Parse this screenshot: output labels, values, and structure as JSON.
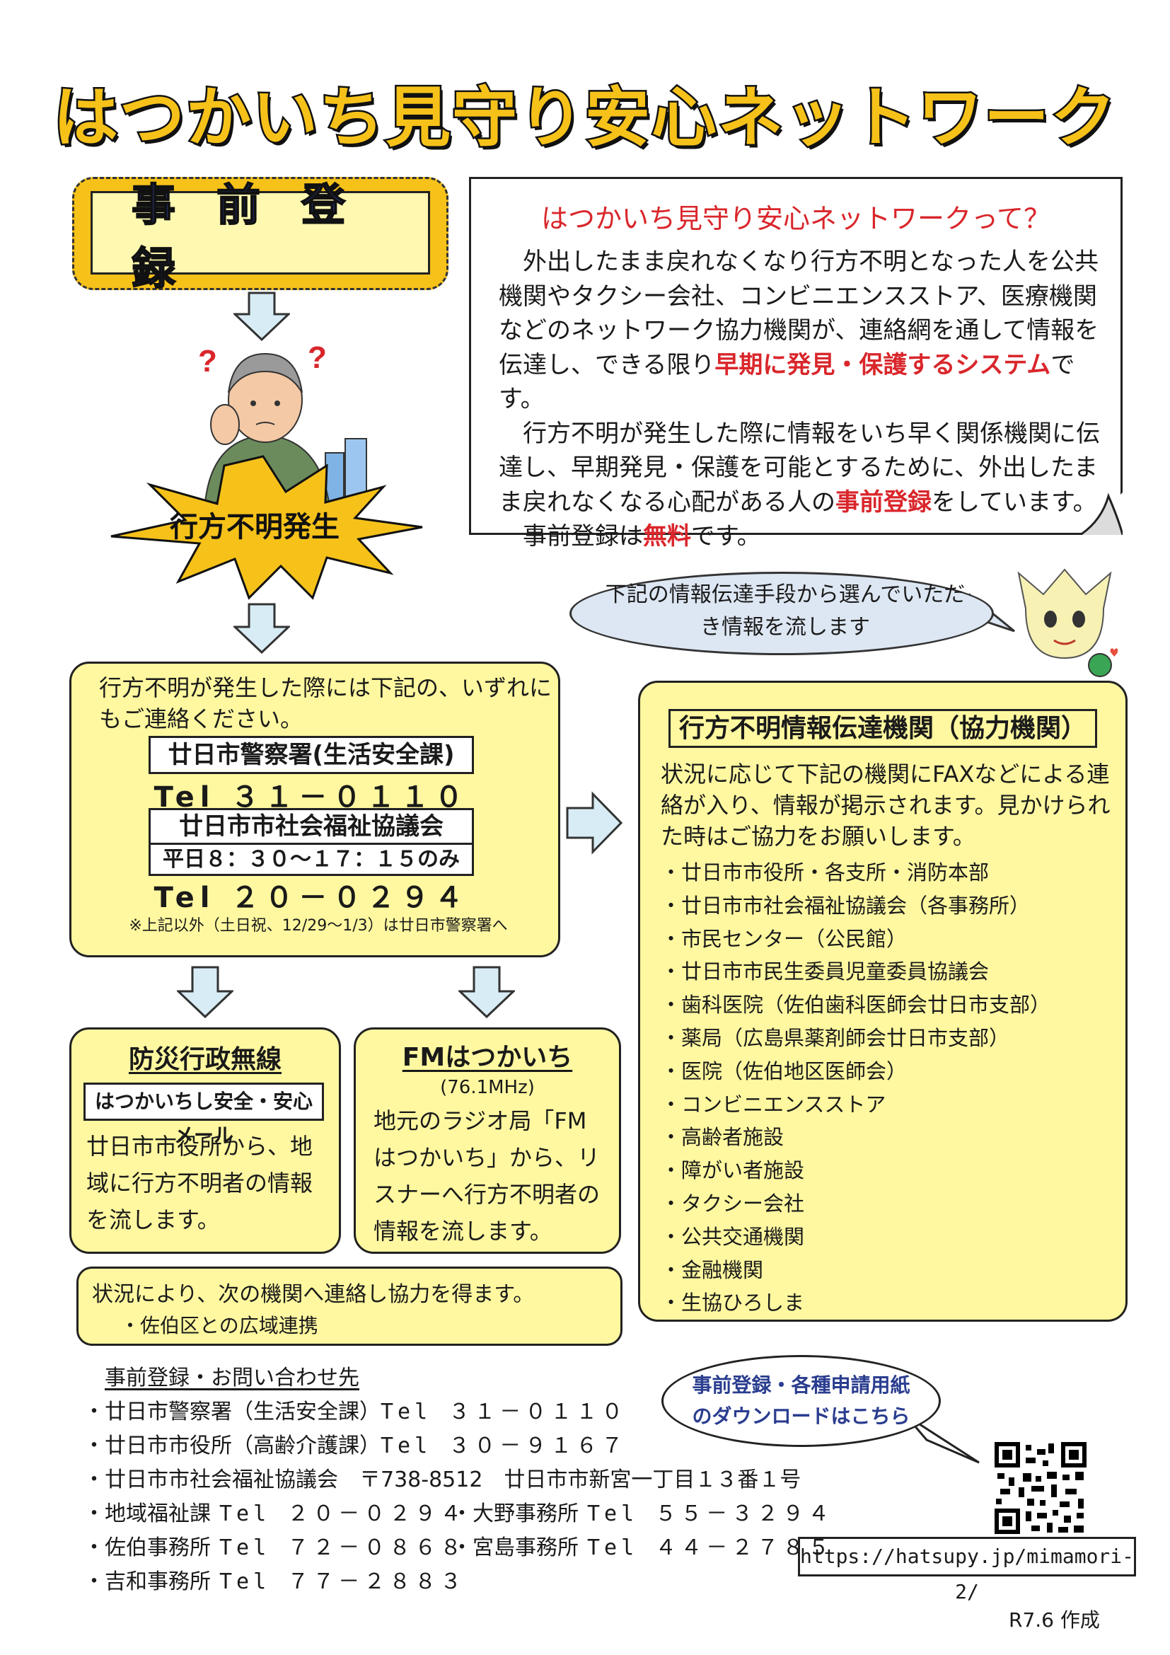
{
  "title": "はつかいち見守り安心ネットワーク",
  "registration_label": "事前登録",
  "about": {
    "heading": "はつかいち見守り安心ネットワークって？",
    "p1_a": "外出したまま戻れなくなり行方不明となった人を公共機関やタクシー会社、コンビニエンスストア、医療機関などのネットワーク協力機関が、連絡網を通して情報を伝達し、できる限り",
    "p1_red": "早期に発見・保護するシステム",
    "p1_b": "です。",
    "p2_a": "行方不明が発生した際に情報をいち早く関係機関に伝達し、早期発見・保護を可能とするために、外出したまま戻れなくなる心配がある人の",
    "p2_red": "事前登録",
    "p2_b": "をしています。",
    "p3_a": "事前登録は",
    "p3_red": "無料",
    "p3_b": "です。"
  },
  "missing_label": "行方不明発生",
  "speech_bubble": "下記の情報伝達手段から選んでいただき情報を流します",
  "contact": {
    "intro": "行方不明が発生した際には下記の、いずれにもご連絡ください。",
    "police_label": "廿日市警察署(生活安全課)",
    "police_tel": "Tel ３１－０１１０",
    "social_label": "廿日市市社会福祉協議会",
    "social_hours": "平日８：３０～１７：１５のみ",
    "social_tel": "Tel ２０－０２９４",
    "note": "※上記以外（土日祝、12/29～1/3）は廿日市警察署へ"
  },
  "bosai": {
    "title": "防災行政無線",
    "mail": "はつかいちし安全・安心メール",
    "text": "廿日市市役所から、地域に行方不明者の情報を流します。"
  },
  "fm": {
    "title": "FMはつかいち",
    "freq": "(76.1MHz)",
    "text": "地元のラジオ局「FMはつかいち」から、リスナーへ行方不明者の情報を流します。"
  },
  "saeki": {
    "line1": "状況により、次の機関へ連絡し協力を得ます。",
    "line2": "・佐伯区との広域連携"
  },
  "org": {
    "title": "行方不明情報伝達機関（協力機関）",
    "intro": "状況に応じて下記の機関にFAXなどによる連絡が入り、情報が掲示されます。見かけられた時はご協力をお願いします。",
    "items": [
      "・廿日市市役所・各支所・消防本部",
      "・廿日市市社会福祉協議会（各事務所）",
      "・市民センター（公民館）",
      "・廿日市市民生委員児童委員協議会",
      "・歯科医院（佐伯歯科医師会廿日市支部）",
      "・薬局（広島県薬剤師会廿日市支部）",
      "・医院（佐伯地区医師会）",
      "・コンビニエンスストア",
      "・高齢者施設",
      "・障がい者施設",
      "・タクシー会社",
      "・公共交通機関",
      "・金融機関",
      "・生協ひろしま"
    ]
  },
  "contacts": {
    "heading": "事前登録・お問い合わせ先",
    "police_name": "・廿日市警察署（生活安全課）",
    "police_tel": "Tel ３１－０１１０",
    "city_name": "・廿日市市役所（高齢介護課）",
    "city_tel": "Tel ３０－９１６７",
    "social_line": "・廿日市市社会福祉協議会　〒738-8512　廿日市市新宮一丁目１３番１号",
    "chiiki_name": "・地域福祉課",
    "chiiki_tel": "Tel ２０－０２９４",
    "ono_name": "・大野事務所",
    "ono_tel": "Tel ５５－３２９４",
    "saeki_name": "・佐伯事務所",
    "saeki_tel": "Tel ７２－０８６８",
    "miyajima_name": "・宮島事務所",
    "miyajima_tel": "Tel ４４－２７８５",
    "yoshiwa_name": "・吉和事務所",
    "yoshiwa_tel": "Tel ７７－２８８３"
  },
  "download": {
    "line1": "事前登録・各種申請用紙",
    "line2": "のダウンロードはこちら",
    "url": "https://hatsupy.jp/mimamori-2/"
  },
  "footer": "R7.6 作成"
}
